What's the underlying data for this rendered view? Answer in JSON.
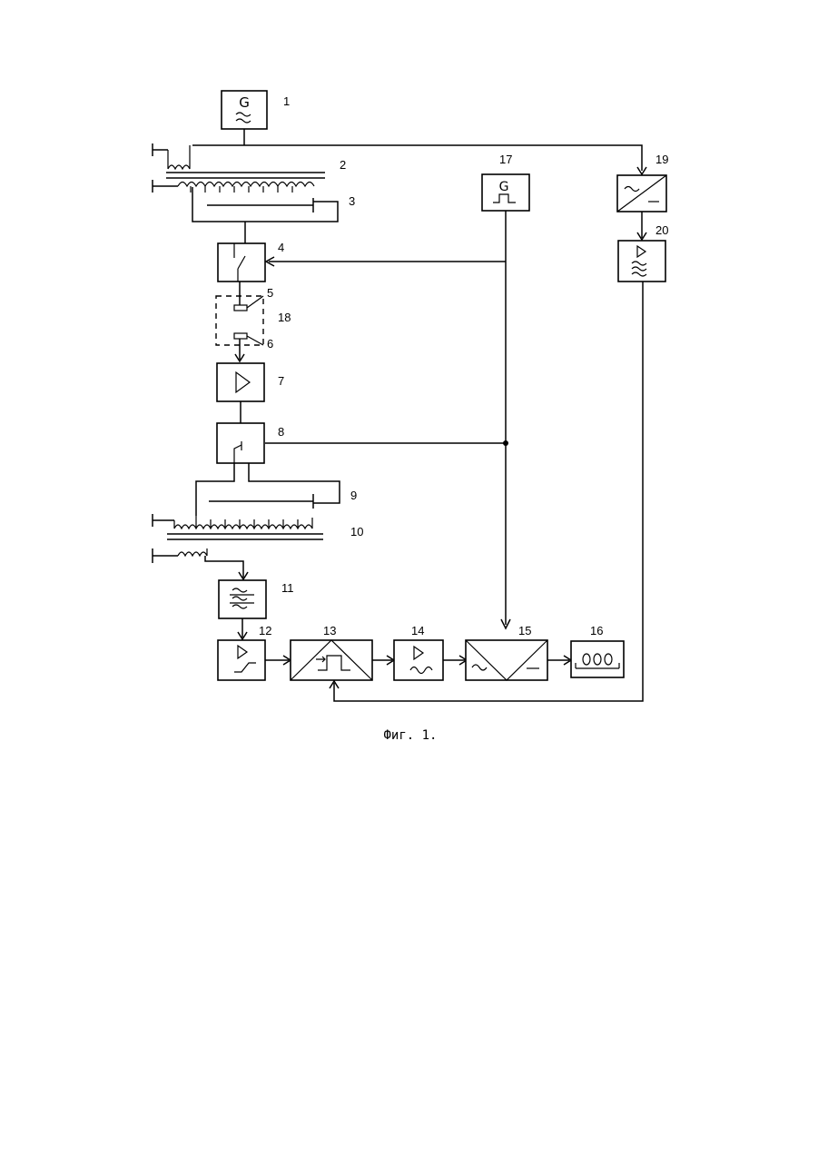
{
  "figure": {
    "caption": "Фиг. 1.",
    "block_labels": {
      "b1": "1",
      "b2": "2",
      "b3": "3",
      "b4": "4",
      "b5": "5",
      "b6": "6",
      "b7": "7",
      "b8": "8",
      "b9": "9",
      "b10": "10",
      "b11": "11",
      "b12": "12",
      "b13": "13",
      "b14": "14",
      "b15": "15",
      "b16": "16",
      "b17": "17",
      "b18": "18",
      "b19": "19",
      "b20": "20"
    },
    "block_icons": {
      "b1": "sine-generator-icon",
      "b4": "switch-icon",
      "b7": "amplifier-icon",
      "b8": "switch-icon",
      "b11": "bandpass-filter-icon",
      "b12": "limiting-amplifier-icon",
      "b13": "phase-detector-icon",
      "b14": "amplifier-sine-icon",
      "b15": "ac-dc-converter-icon",
      "b16": "counter-display-icon",
      "b17": "pulse-generator-icon",
      "b19": "ac-dc-converter-icon",
      "b20": "amplifier-filter-icon"
    }
  }
}
